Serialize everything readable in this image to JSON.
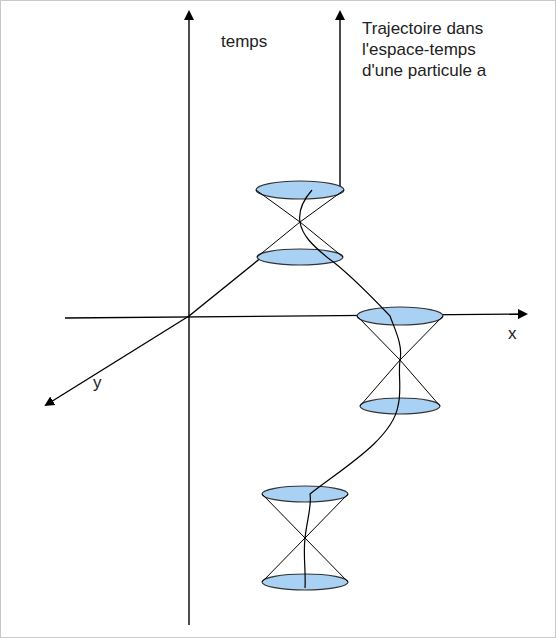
{
  "diagram": {
    "labels": [
      "temps",
      "x",
      "y",
      "Trajectoire dans l'espace-temps d'une particule a"
    ]
  }
}
